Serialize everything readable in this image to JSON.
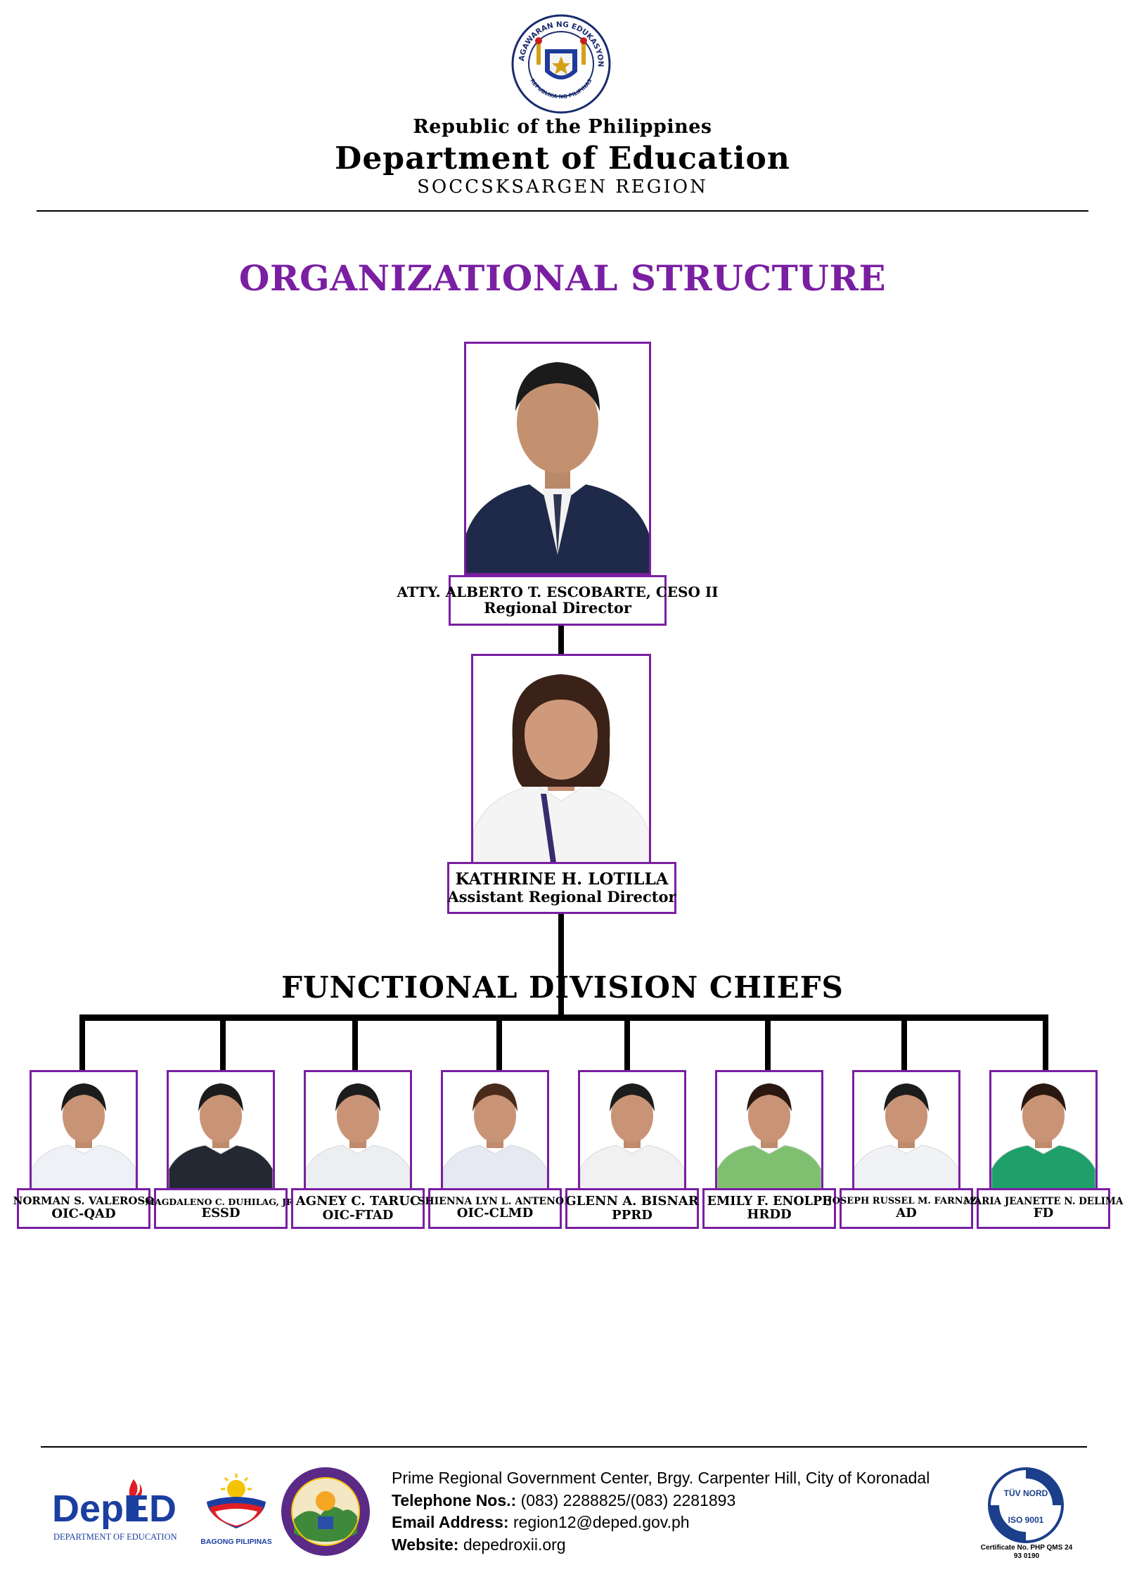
{
  "header": {
    "republic": "Republic of the Philippines",
    "department": "Department of Education",
    "region": "SOCCSKSARGEN REGION",
    "seal_top_text": "KAGAWARAN NG EDUKASYON",
    "seal_bottom_text": "REPUBLIKA NG PILIPINAS"
  },
  "title": "ORGANIZATIONAL STRUCTURE",
  "director": {
    "name": "ATTY. ALBERTO T. ESCOBARTE, CESO II",
    "position": "Regional Director"
  },
  "assistant_director": {
    "name": "KATHRINE H. LOTILLA",
    "position": "Assistant Regional Director"
  },
  "division_label": "FUNCTIONAL DIVISION CHIEFS",
  "chiefs": [
    {
      "name": "NORMAN S. VALEROSO",
      "position": "OIC-QAD"
    },
    {
      "name": "MAGDALENO C. DUHILAG, JR.",
      "position": "ESSD"
    },
    {
      "name": "AGNEY C. TARUC",
      "position": "OIC-FTAD"
    },
    {
      "name": "SHIENNA LYN L. ANTENOR",
      "position": "OIC-CLMD"
    },
    {
      "name": "GLENN A. BISNAR",
      "position": "PPRD"
    },
    {
      "name": "EMILY F. ENOLPE",
      "position": "HRDD"
    },
    {
      "name": "JOSEPH RUSSEL M. FARNAZO",
      "position": "AD"
    },
    {
      "name": "MARIA JEANETTE N. DELIMA",
      "position": "FD"
    }
  ],
  "footer": {
    "address": "Prime Regional Government Center, Brgy. Carpenter Hill, City of Koronadal",
    "telephone_label": "Telephone Nos.:",
    "telephone": "(083) 2288825/(083) 2281893",
    "email_label": "Email Address:",
    "email": "region12@deped.gov.ph",
    "website_label": "Website:",
    "website": "depedroxii.org",
    "deped_logo_text": "DepED",
    "deped_logo_sub": "DEPARTMENT OF EDUCATION",
    "bagong_pilipinas": "BAGONG PILIPINAS",
    "tuv_text": "TÜV NORD",
    "tuv_iso": "ISO 9001",
    "tuv_cert": "Certificate No. PHP QMS 24 93 0190"
  },
  "colors": {
    "accent": "#7a1fa2",
    "line": "#000000"
  }
}
